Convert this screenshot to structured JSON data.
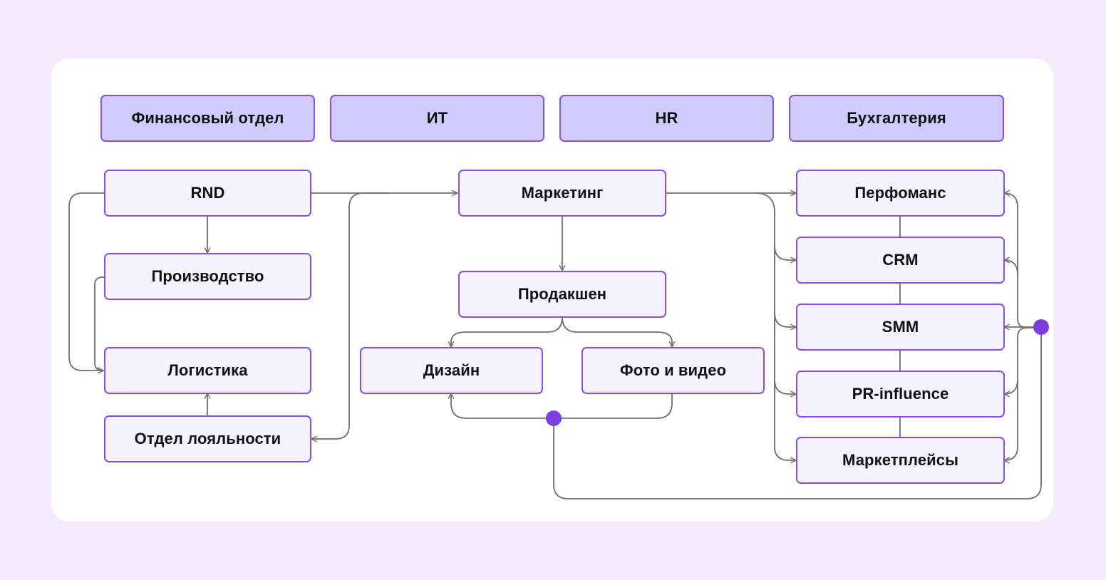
{
  "diagram": {
    "title": "",
    "top_departments": [
      {
        "id": "finance",
        "label": "Финансовый отдел"
      },
      {
        "id": "it",
        "label": "ИТ"
      },
      {
        "id": "hr",
        "label": "HR"
      },
      {
        "id": "accounting",
        "label": "Бухгалтерия"
      }
    ],
    "nodes": {
      "rnd": "RND",
      "production": "Производство",
      "logistics": "Логистика",
      "loyalty": "Отдел лояльности",
      "marketing": "Маркетинг",
      "prodakshen": "Продакшен",
      "design": "Дизайн",
      "photo_video": "Фото и видео",
      "performance": "Перфоманс",
      "crm": "CRM",
      "smm": "SMM",
      "pr": "PR-influence",
      "marketplaces": "Маркетплейсы"
    },
    "edges": [
      [
        "rnd",
        "marketing"
      ],
      [
        "rnd",
        "production"
      ],
      [
        "rnd",
        "logistics"
      ],
      [
        "production",
        "logistics"
      ],
      [
        "loyalty",
        "logistics"
      ],
      [
        "marketing",
        "loyalty"
      ],
      [
        "marketing",
        "prodakshen"
      ],
      [
        "marketing",
        "performance"
      ],
      [
        "marketing",
        "crm"
      ],
      [
        "marketing",
        "smm"
      ],
      [
        "marketing",
        "pr"
      ],
      [
        "marketing",
        "marketplaces"
      ],
      [
        "prodakshen",
        "design"
      ],
      [
        "prodakshen",
        "photo_video"
      ],
      [
        "design_photo_junction",
        "design"
      ],
      [
        "design_photo_junction",
        "right_hub"
      ],
      [
        "right_hub",
        "performance"
      ],
      [
        "right_hub",
        "crm"
      ],
      [
        "right_hub",
        "smm"
      ],
      [
        "right_hub",
        "pr"
      ],
      [
        "right_hub",
        "marketplaces"
      ]
    ],
    "colors": {
      "background": "#f3ebfc",
      "card": "#ffffff",
      "box_fill": "#f4f3ff",
      "top_box_fill": "#cfcbfb",
      "border": "#8b4fe0",
      "line": "#6f6f6f",
      "junction": "#7b3fe0"
    }
  }
}
